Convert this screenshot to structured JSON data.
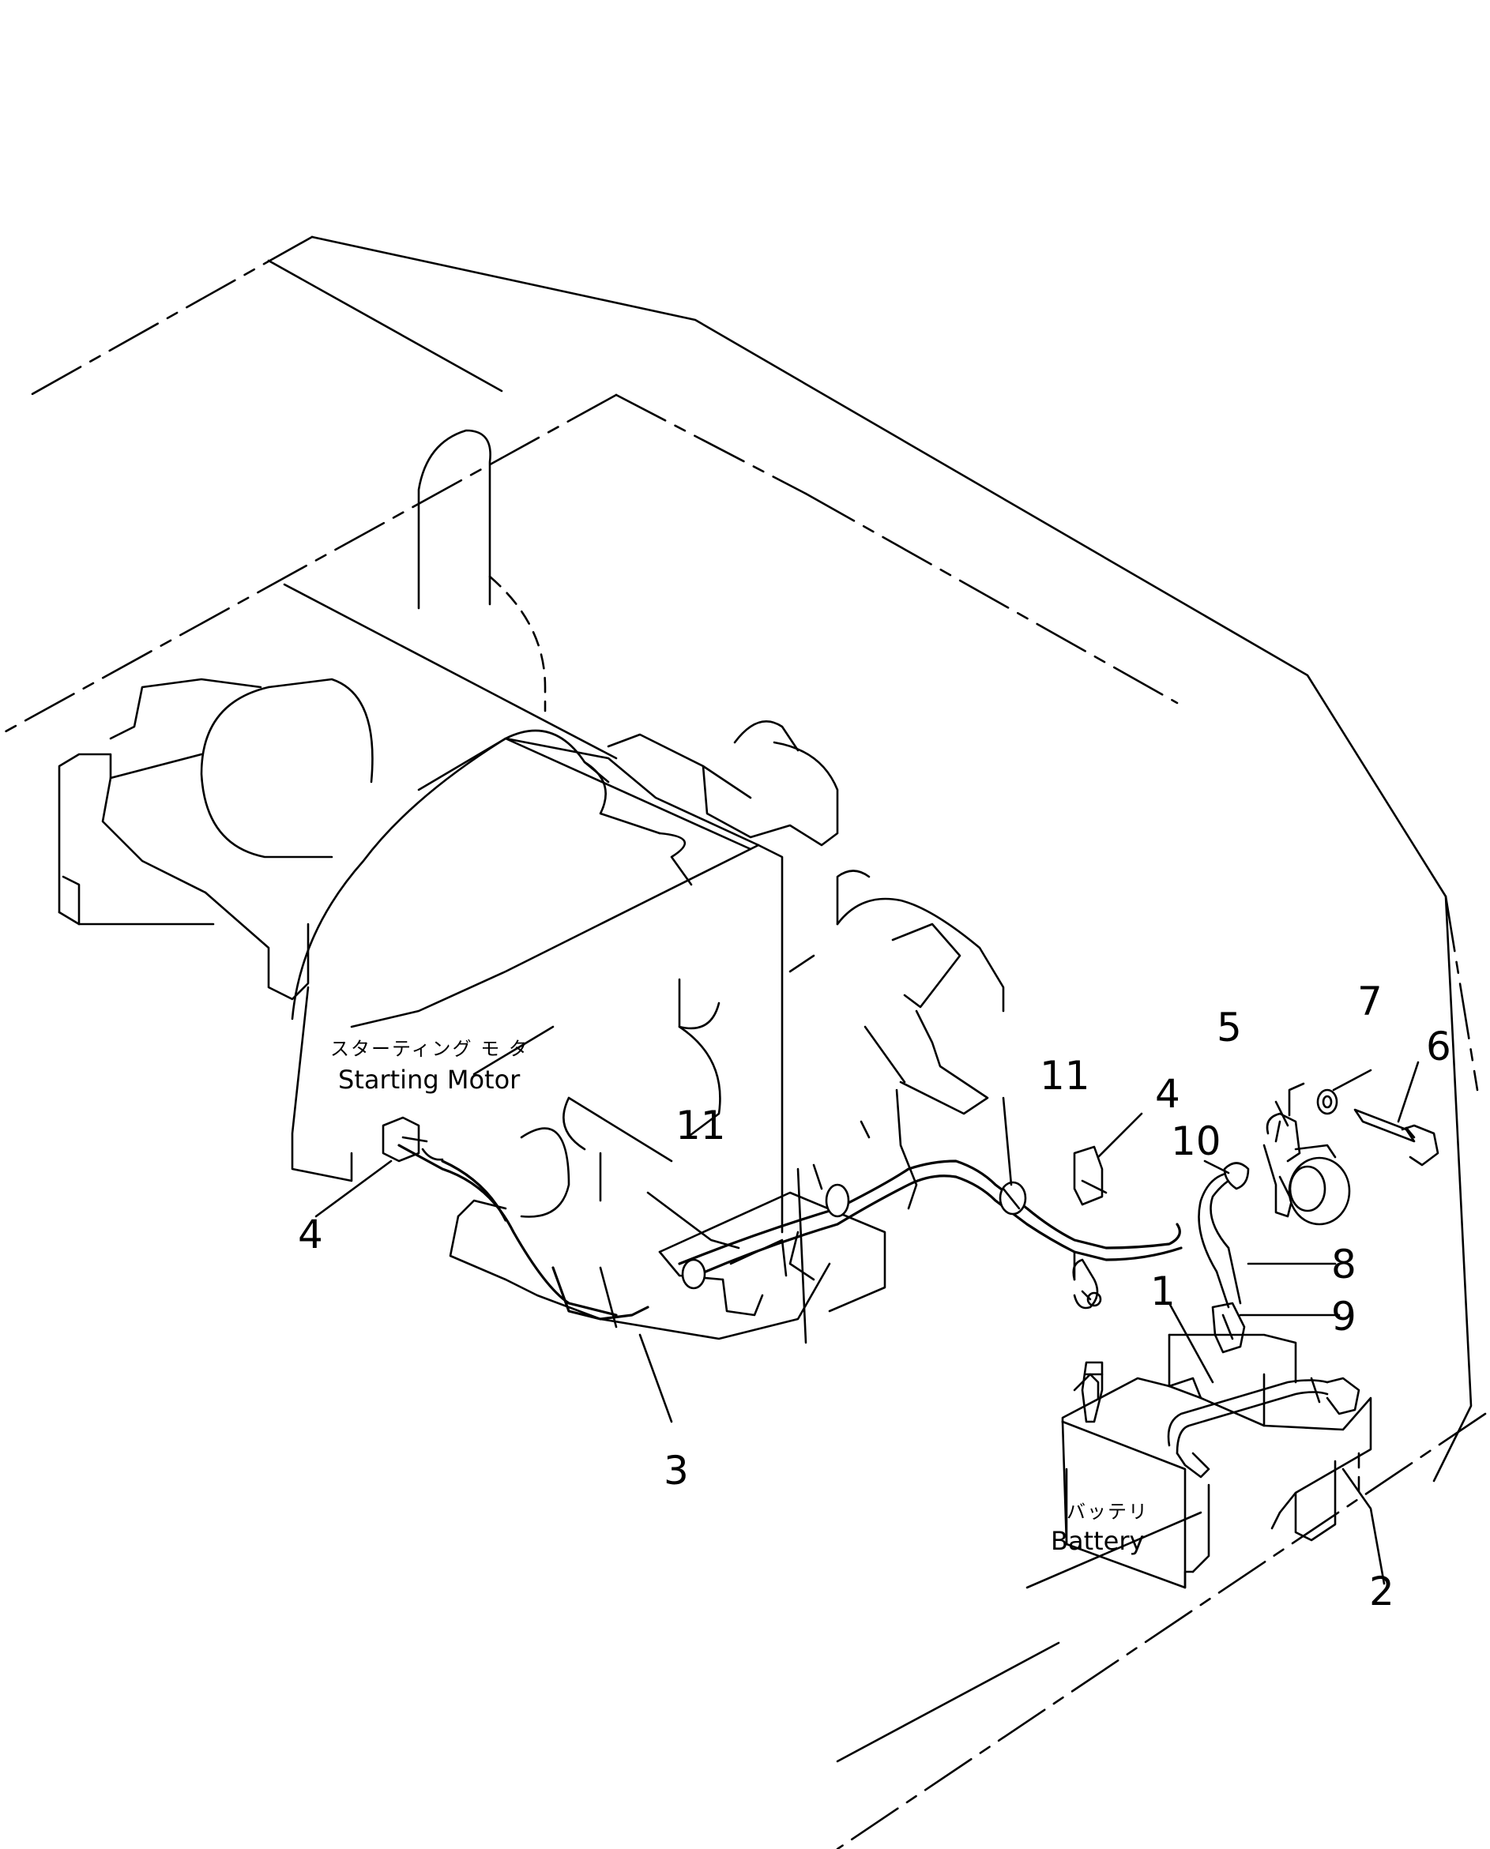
{
  "labels": {
    "starting_motor_jp": "スターティング モ タ",
    "starting_motor_en": "Starting Motor",
    "battery_jp": "バッテリ",
    "battery_en": "Battery"
  },
  "callouts": [
    "1",
    "2",
    "3",
    "4",
    "4",
    "5",
    "6",
    "7",
    "8",
    "9",
    "10",
    "11",
    "11"
  ]
}
